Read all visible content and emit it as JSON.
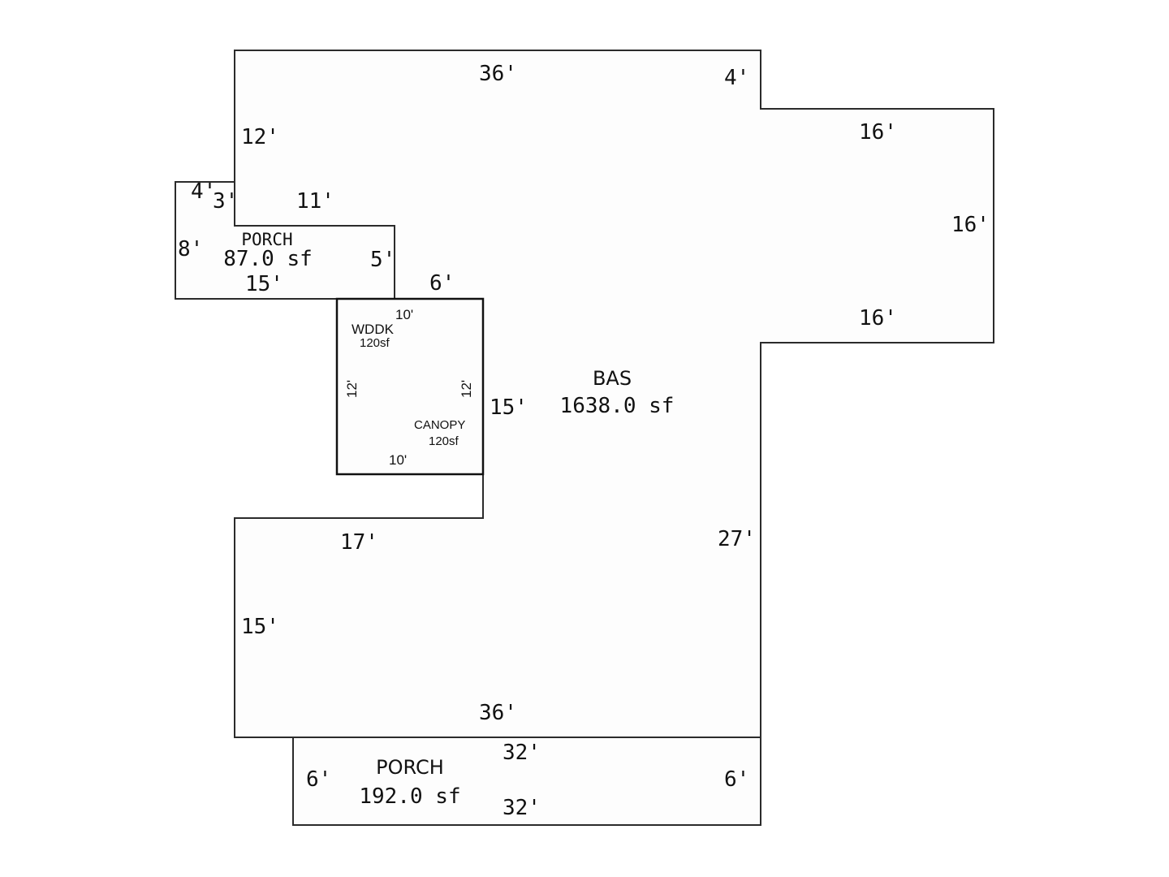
{
  "bas": {
    "code": "BAS",
    "area": "1638.0 sf",
    "dims": {
      "top": "36'",
      "top_right_step": "4'",
      "wing_top": "16'",
      "wing_right": "16'",
      "wing_bottom": "16'",
      "right": "27'",
      "bottom": "36'",
      "left_lower": "15'",
      "notch_bottom": "17'",
      "notch_right": "15'",
      "notch_top": "6'",
      "left_upper": "12'",
      "porch_join": "11'"
    }
  },
  "porch_upper": {
    "code": "PORCH",
    "area": "87.0 sf",
    "dims": {
      "top": "4'",
      "step": "3'",
      "left": "8'",
      "right": "5'",
      "bottom": "15'"
    }
  },
  "wddk": {
    "code": "WDDK",
    "area": "120sf",
    "dims": {
      "top": "10'",
      "left": "12'",
      "right": "12'",
      "bottom": "10'"
    }
  },
  "canopy": {
    "code": "CANOPY",
    "area": "120sf"
  },
  "porch_lower": {
    "code": "PORCH",
    "area": "192.0 sf",
    "dims": {
      "top": "32'",
      "bottom": "32'",
      "left": "6'",
      "right": "6'"
    }
  }
}
